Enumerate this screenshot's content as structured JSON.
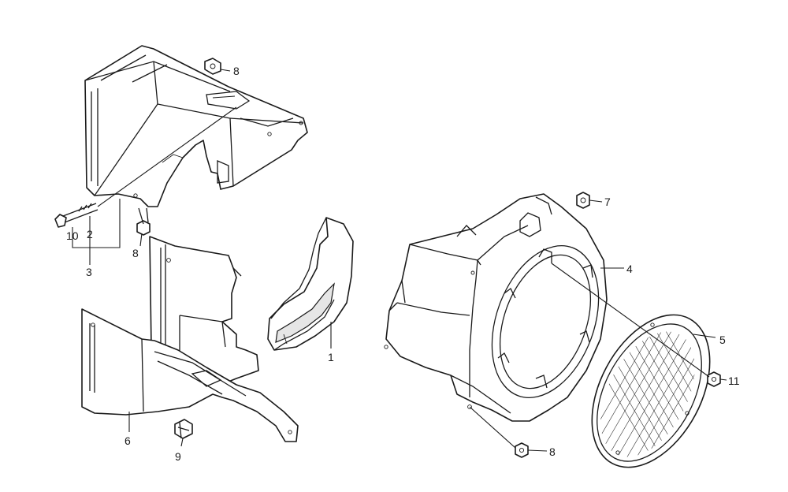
{
  "labels": {
    "p1": "1",
    "p2": "2",
    "p3": "3",
    "p4": "4",
    "p5": "5",
    "p6": "6",
    "p7": "7",
    "p8a": "8",
    "p8b": "8",
    "p8c": "8",
    "p9": "9",
    "p10": "10",
    "p11": "11"
  }
}
